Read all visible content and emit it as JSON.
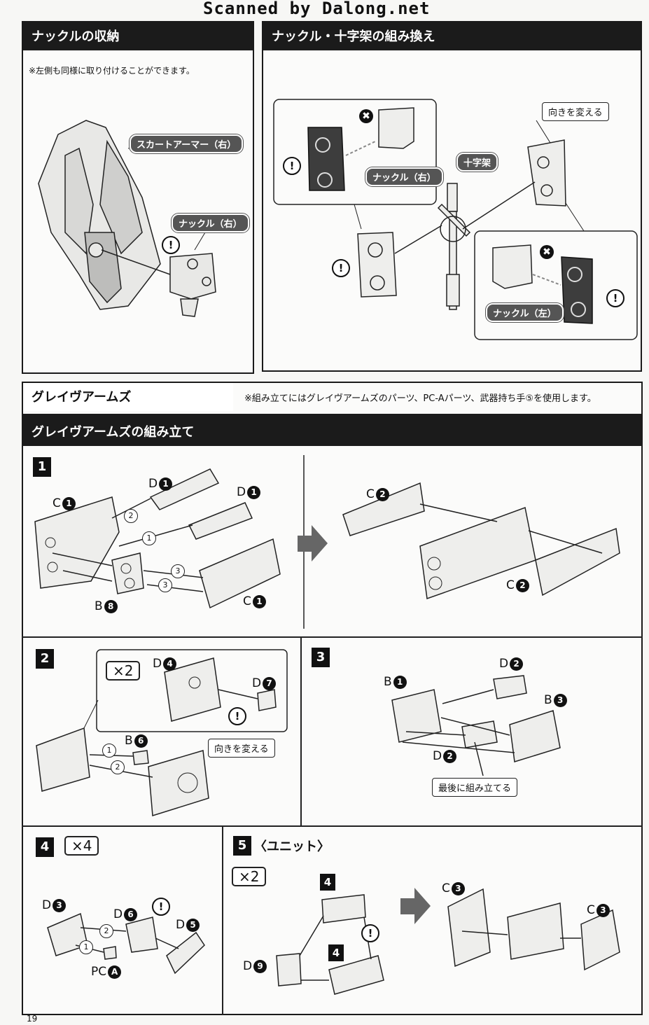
{
  "watermark": "Scanned by Dalong.net",
  "page_number": "19",
  "knuckle_storage": {
    "title": "ナックルの収納",
    "note": "※左側も同様に取り付けることができます。",
    "label_skirt": "スカートアーマー（右）",
    "label_knuckle": "ナックル（右）"
  },
  "knuckle_swap": {
    "title": "ナックル・十字架の組み換え",
    "label_knuckle_right": "ナックル（右）",
    "label_cross": "十字架",
    "label_turn": "向きを変える",
    "label_knuckle_left": "ナックル（左）"
  },
  "glaive_arms": {
    "title": "グレイヴアームズ",
    "note": "※組み立てにはグレイヴアームズのパーツ、PC-Aパーツ、武器持ち手⑤を使用します。",
    "assembly_title": "グレイヴアームズの組み立て"
  },
  "step1": {
    "num": "1",
    "parts": {
      "d1a": "D",
      "d1b": "D",
      "c1a": "C",
      "c1b": "C",
      "b8": "B",
      "c2a": "C",
      "c2b": "C"
    },
    "circ": {
      "d1": "1",
      "c1": "1",
      "b8": "8",
      "c2": "2"
    },
    "order": [
      "2",
      "1",
      "3",
      "3"
    ]
  },
  "step2": {
    "num": "2",
    "mult": "×2",
    "parts": {
      "d4": "D",
      "d7": "D",
      "b6": "B"
    },
    "circ": {
      "d4": "4",
      "d7": "7",
      "b6": "6"
    },
    "order": [
      "1",
      "2"
    ],
    "label_turn": "向きを変える"
  },
  "step3": {
    "num": "3",
    "parts": {
      "d2a": "D",
      "b1": "B",
      "b3": "B",
      "d2b": "D"
    },
    "circ": {
      "d2": "2",
      "b1": "1",
      "b3": "3"
    },
    "label_last": "最後に組み立てる"
  },
  "step4": {
    "num": "4",
    "mult": "×4",
    "parts": {
      "d3": "D",
      "d6": "D",
      "d5": "D",
      "pca": "PC"
    },
    "circ": {
      "d3": "3",
      "d6": "6",
      "d5": "5",
      "pca": "A"
    },
    "order": [
      "2",
      "1"
    ]
  },
  "step5": {
    "num": "5",
    "title": "〈ユニット〉",
    "mult": "×2",
    "sub_step_a": "4",
    "sub_step_b": "4",
    "parts": {
      "d9": "D",
      "c3a": "C",
      "c3b": "C"
    },
    "circ": {
      "d9": "9",
      "c3": "3"
    }
  },
  "symbols": {
    "exclaim": "!",
    "cross": "✖"
  }
}
